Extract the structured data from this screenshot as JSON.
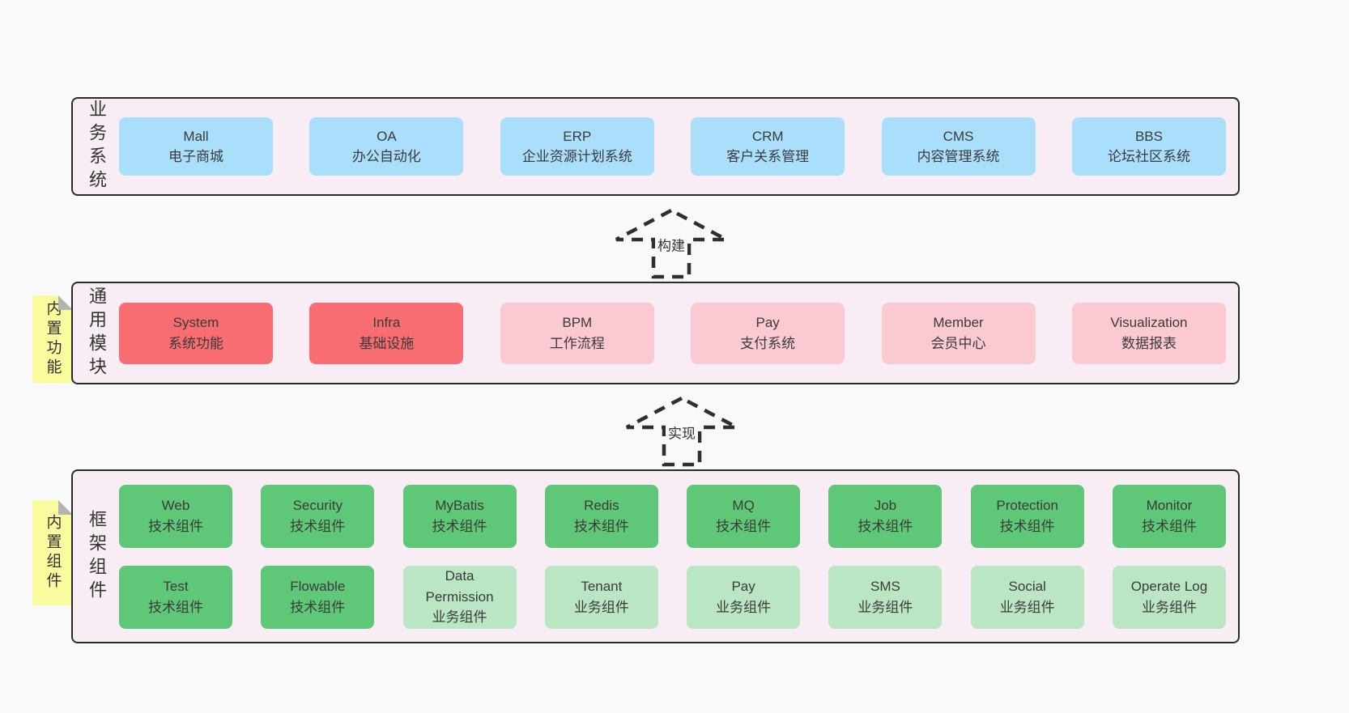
{
  "colors": {
    "page-bg": "#f9f9f9",
    "panel-bg": "#f8edf5",
    "panel-border": "#2b2b2b",
    "blue": "#aadffb",
    "red": "#f76d72",
    "pink": "#fbc9d2",
    "green": "#5ec878",
    "light-green": "#bbe6c4",
    "sticky-yellow": "#fafa9e",
    "sticky-fold": "#b4b4b4",
    "text": "#3b3b3b",
    "arrow": "#2f2f2f"
  },
  "layers": [
    {
      "label": "业务系统",
      "boxes": [
        {
          "name": "Mall",
          "desc": "电子商城",
          "type": "blue"
        },
        {
          "name": "OA",
          "desc": "办公自动化",
          "type": "blue"
        },
        {
          "name": "ERP",
          "desc": "企业资源计划系统",
          "type": "blue"
        },
        {
          "name": "CRM",
          "desc": "客户关系管理",
          "type": "blue"
        },
        {
          "name": "CMS",
          "desc": "内容管理系统",
          "type": "blue"
        },
        {
          "name": "BBS",
          "desc": "论坛社区系统",
          "type": "blue"
        }
      ]
    },
    {
      "label": "通用模块",
      "sticky": "内置功能",
      "boxes": [
        {
          "name": "System",
          "desc": "系统功能",
          "type": "red"
        },
        {
          "name": "Infra",
          "desc": "基础设施",
          "type": "red"
        },
        {
          "name": "BPM",
          "desc": "工作流程",
          "type": "pink"
        },
        {
          "name": "Pay",
          "desc": "支付系统",
          "type": "pink"
        },
        {
          "name": "Member",
          "desc": "会员中心",
          "type": "pink"
        },
        {
          "name": "Visualization",
          "desc": "数据报表",
          "type": "pink"
        }
      ]
    },
    {
      "label": "框架组件",
      "sticky": "内置组件",
      "rows": [
        [
          {
            "name": "Web",
            "desc": "技术组件",
            "type": "green"
          },
          {
            "name": "Security",
            "desc": "技术组件",
            "type": "green"
          },
          {
            "name": "MyBatis",
            "desc": "技术组件",
            "type": "green"
          },
          {
            "name": "Redis",
            "desc": "技术组件",
            "type": "green"
          },
          {
            "name": "MQ",
            "desc": "技术组件",
            "type": "green"
          },
          {
            "name": "Job",
            "desc": "技术组件",
            "type": "green"
          },
          {
            "name": "Protection",
            "desc": "技术组件",
            "type": "green"
          },
          {
            "name": "Monitor",
            "desc": "技术组件",
            "type": "green"
          }
        ],
        [
          {
            "name": "Test",
            "desc": "技术组件",
            "type": "green"
          },
          {
            "name": "Flowable",
            "desc": "技术组件",
            "type": "green"
          },
          {
            "name": "Data Permission",
            "desc": "业务组件",
            "type": "light-green"
          },
          {
            "name": "Tenant",
            "desc": "业务组件",
            "type": "light-green"
          },
          {
            "name": "Pay",
            "desc": "业务组件",
            "type": "light-green"
          },
          {
            "name": "SMS",
            "desc": "业务组件",
            "type": "light-green"
          },
          {
            "name": "Social",
            "desc": "业务组件",
            "type": "light-green"
          },
          {
            "name": "Operate Log",
            "desc": "业务组件",
            "type": "light-green"
          }
        ]
      ]
    }
  ],
  "arrows": [
    {
      "label": "构建"
    },
    {
      "label": "实现"
    }
  ]
}
